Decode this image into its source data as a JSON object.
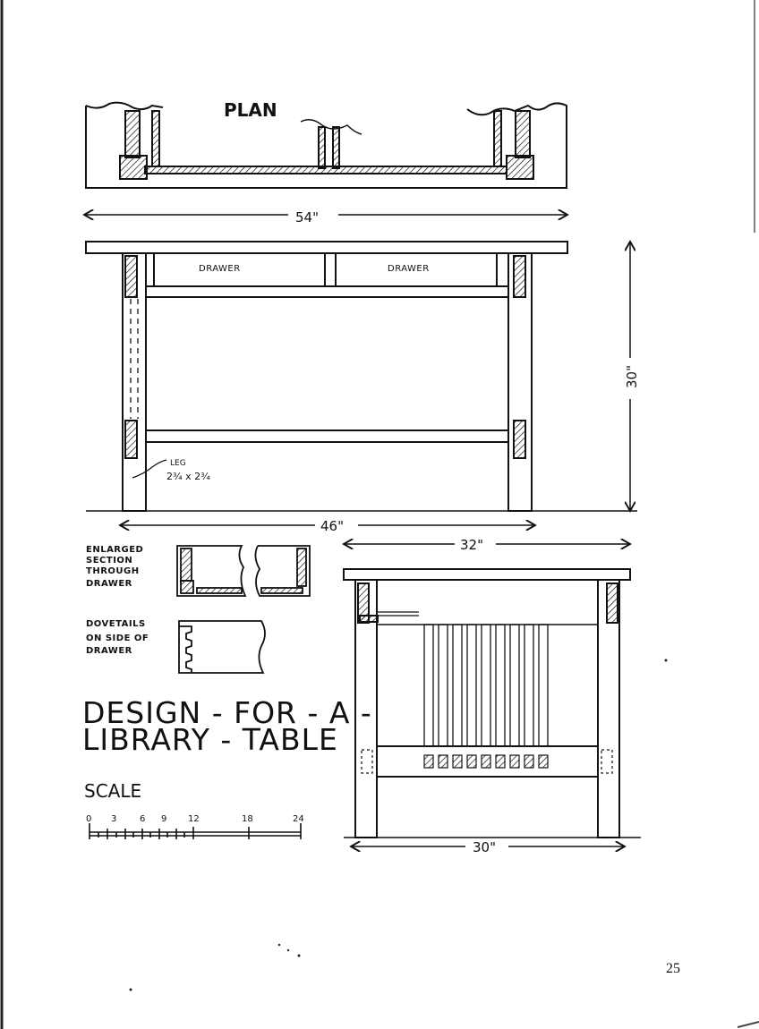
{
  "plan": {
    "title": "PLAN",
    "width_dim": "54\""
  },
  "front": {
    "drawer_left": "DRAWER",
    "drawer_right": "DRAWER",
    "height_dim": "30\"",
    "leg_label_1": "LEG",
    "leg_label_2": "2¾ x 2¾",
    "leg_span_dim": "46\""
  },
  "enlarged_section": {
    "line1": "ENLARGED",
    "line2": "SECTION",
    "line3": "THROUGH",
    "line4": "DRAWER"
  },
  "dovetails": {
    "line1": "DOVETAILS",
    "line2": "ON SIDE OF",
    "line3": "DRAWER"
  },
  "design_title": {
    "line1": "DESIGN - FOR - A -",
    "line2": "LIBRARY - TABLE"
  },
  "scale": {
    "title": "SCALE",
    "ticks": [
      "0",
      "3",
      "6",
      "9",
      "12",
      "18",
      "24"
    ]
  },
  "side": {
    "top_dim": "32\"",
    "bottom_dim": "30\""
  },
  "page_number": "25"
}
